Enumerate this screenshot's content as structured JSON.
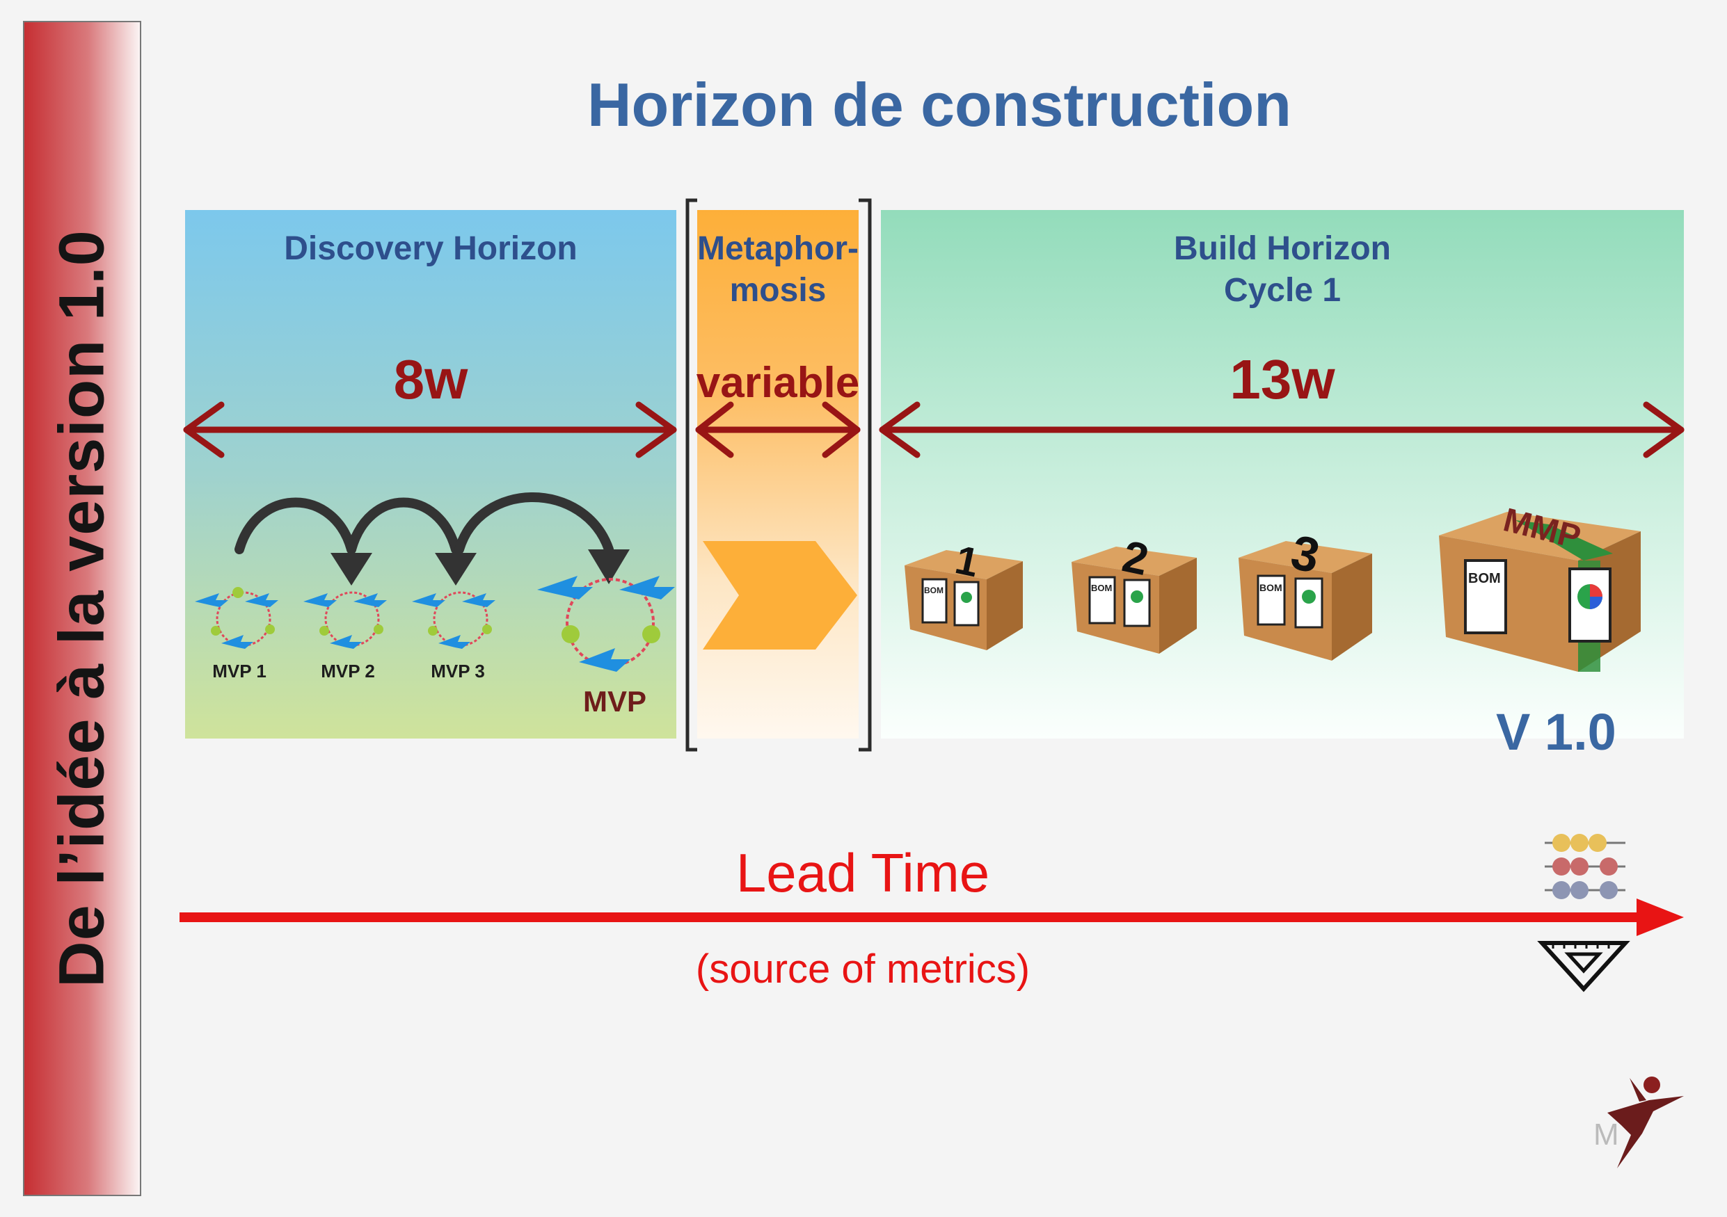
{
  "sidebar": {
    "text": "De l’idée à la version 1.0"
  },
  "title": "Horizon de construction",
  "discovery": {
    "title": "Discovery Horizon",
    "duration": "8w",
    "mvps": [
      "MVP 1",
      "MVP 2",
      "MVP 3"
    ],
    "final_mvp": "MVP"
  },
  "metamorphosis": {
    "title_line1": "Metaphor-",
    "title_line2": "mosis",
    "duration": "variable"
  },
  "build": {
    "title_line1": "Build Horizon",
    "title_line2": "Cycle 1",
    "duration": "13w",
    "boxes": [
      {
        "number": "1",
        "label": "BOM"
      },
      {
        "number": "2",
        "label": "BOM"
      },
      {
        "number": "3",
        "label": "BOM"
      },
      {
        "number": "MMP",
        "label": "BOM"
      }
    ],
    "version": "V 1.0"
  },
  "lead_time": {
    "label": "Lead Time",
    "sub": "(source of metrics)"
  },
  "colors": {
    "arrow_dark_red": "#981515",
    "lead_red": "#e81414",
    "title_blue": "#3a67a2",
    "box_brown": "#c98a4b",
    "chevron_orange": "#fdaf39"
  },
  "icons": [
    "abacus-icon",
    "set-square-icon",
    "dancer-logo-icon",
    "mvp-cycle-icon",
    "product-box-icon"
  ]
}
